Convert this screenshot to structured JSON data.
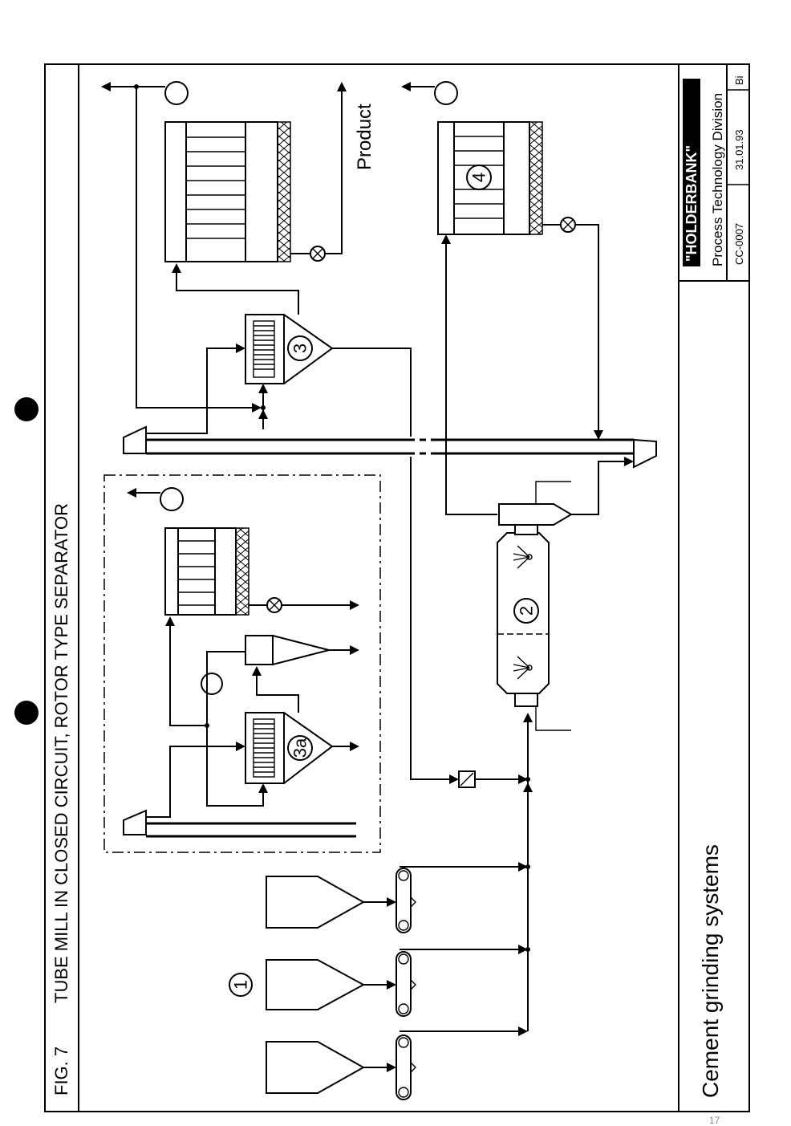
{
  "figure": {
    "label": "FIG. 7",
    "title": "TUBE MILL IN CLOSED CIRCUIT, ROTOR TYPE SEPARATOR",
    "caption": "Cement grinding systems",
    "product_label": "Product",
    "page_mark": "17"
  },
  "title_block": {
    "company": "\"HOLDERBANK\"",
    "division": "Process Technology Division",
    "code": "CC-0007",
    "date": "31.01.93",
    "author": "Bi"
  },
  "components": {
    "feed_bins": "1",
    "mill": "2",
    "separator": "3",
    "separator_alt": "3a",
    "filter": "4"
  }
}
